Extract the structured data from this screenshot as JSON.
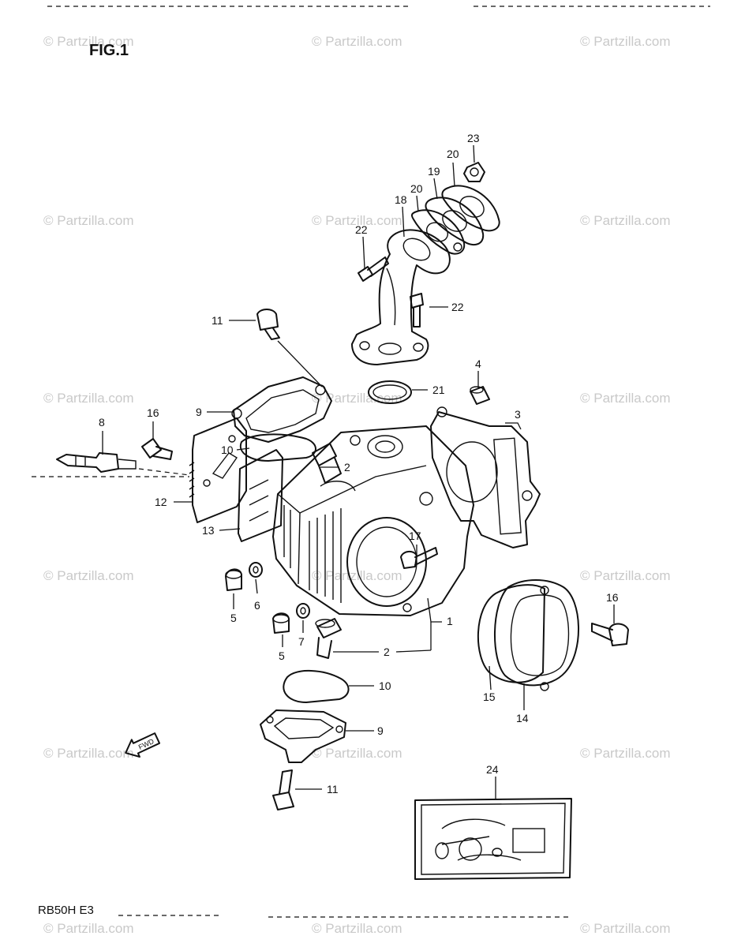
{
  "figure_title": "FIG.1",
  "model_code": "RB50H  E3",
  "watermark_text": "© Partzilla.com",
  "fwd_label": "FWD",
  "callouts": [
    {
      "id": "c23",
      "text": "23"
    },
    {
      "id": "c20a",
      "text": "20"
    },
    {
      "id": "c19",
      "text": "19"
    },
    {
      "id": "c20b",
      "text": "20"
    },
    {
      "id": "c18",
      "text": "18"
    },
    {
      "id": "c22a",
      "text": "22"
    },
    {
      "id": "c22b",
      "text": "22"
    },
    {
      "id": "c11a",
      "text": "11"
    },
    {
      "id": "c4",
      "text": "4"
    },
    {
      "id": "c21",
      "text": "21"
    },
    {
      "id": "c3",
      "text": "3"
    },
    {
      "id": "c9a",
      "text": "9"
    },
    {
      "id": "c16a",
      "text": "16"
    },
    {
      "id": "c8",
      "text": "8"
    },
    {
      "id": "c10a",
      "text": "10"
    },
    {
      "id": "c2a",
      "text": "2"
    },
    {
      "id": "c12",
      "text": "12"
    },
    {
      "id": "c13",
      "text": "13"
    },
    {
      "id": "c17",
      "text": "17"
    },
    {
      "id": "c1",
      "text": "1"
    },
    {
      "id": "c16b",
      "text": "16"
    },
    {
      "id": "c5a",
      "text": "5"
    },
    {
      "id": "c6",
      "text": "6"
    },
    {
      "id": "c5b",
      "text": "5"
    },
    {
      "id": "c7",
      "text": "7"
    },
    {
      "id": "c2b",
      "text": "2"
    },
    {
      "id": "c10b",
      "text": "10"
    },
    {
      "id": "c15",
      "text": "15"
    },
    {
      "id": "c14",
      "text": "14"
    },
    {
      "id": "c9b",
      "text": "9"
    },
    {
      "id": "c24",
      "text": "24"
    },
    {
      "id": "c11b",
      "text": "11"
    }
  ]
}
